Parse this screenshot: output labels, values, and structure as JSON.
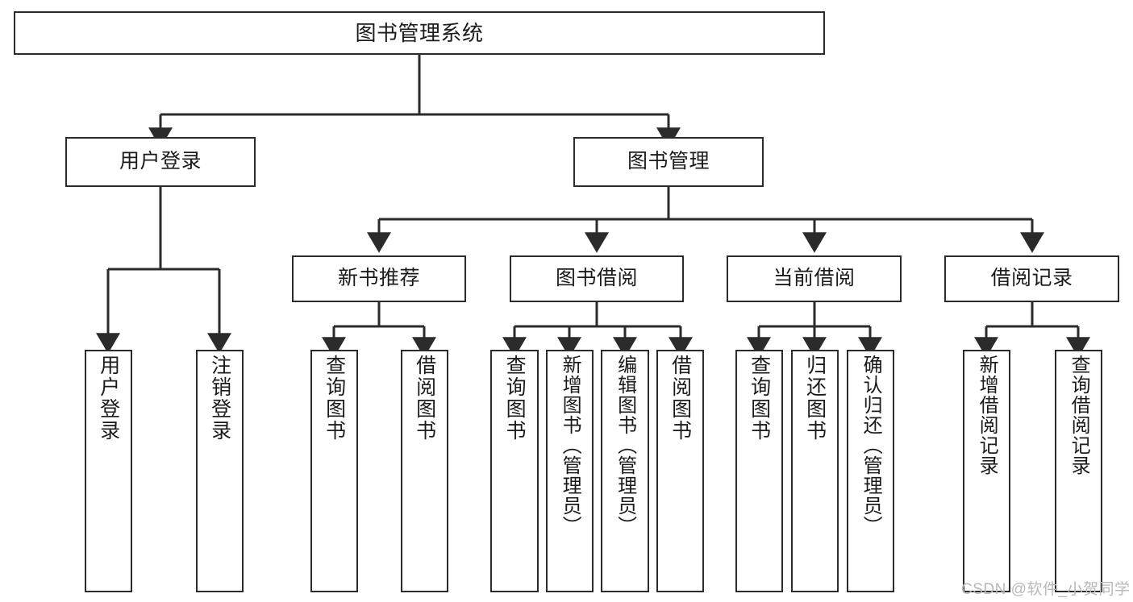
{
  "diagram": {
    "type": "tree-hierarchy-chart",
    "title": "图书管理系统",
    "line_color": "#2b2b2b",
    "box_fill": "#ffffff",
    "text_color": "#1b1b1b",
    "nodes": {
      "root": {
        "label": "图书管理系统"
      },
      "level2": [
        {
          "label": "用户登录"
        },
        {
          "label": "图书管理"
        }
      ],
      "level3": [
        {
          "label": "新书推荐"
        },
        {
          "label": "图书借阅"
        },
        {
          "label": "当前借阅"
        },
        {
          "label": "借阅记录"
        }
      ],
      "leaves_user_login": [
        {
          "label": "用户登录"
        },
        {
          "label": "注销登录"
        }
      ],
      "leaves_new_books": [
        {
          "label": "查询图书"
        },
        {
          "label": "借阅图书"
        }
      ],
      "leaves_borrow": [
        {
          "label": "查询图书"
        },
        {
          "label": "新增图书（管理员）"
        },
        {
          "label": "编辑图书（管理员）"
        },
        {
          "label": "借阅图书"
        }
      ],
      "leaves_current": [
        {
          "label": "查询图书"
        },
        {
          "label": "归还图书"
        },
        {
          "label": "确认归还（管理员）"
        }
      ],
      "leaves_records": [
        {
          "label": "新增借阅记录"
        },
        {
          "label": "查询借阅记录"
        }
      ]
    }
  },
  "watermark": {
    "text": "CSDN @软件_小贺同学"
  }
}
